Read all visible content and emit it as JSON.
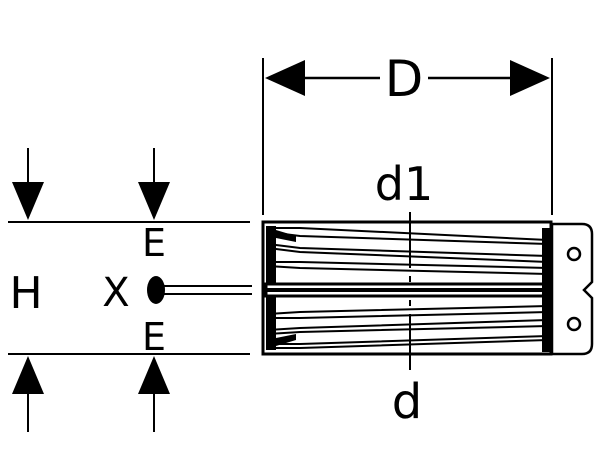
{
  "labels": {
    "D": "D",
    "d1": "d1",
    "d": "d",
    "H": "H",
    "X": "X",
    "E_top": "E",
    "E_bottom": "E"
  },
  "colors": {
    "stroke": "#000000",
    "background": "#ffffff"
  }
}
